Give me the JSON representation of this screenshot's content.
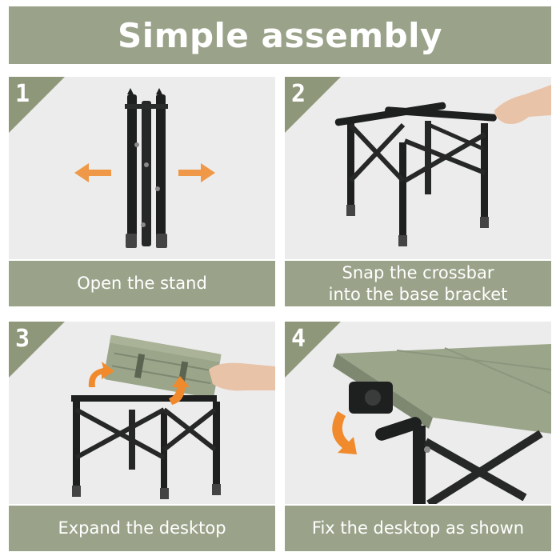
{
  "header": {
    "title": "Simple assembly"
  },
  "steps": [
    {
      "number": "1",
      "caption_lines": [
        "Open the stand"
      ]
    },
    {
      "number": "2",
      "caption_lines": [
        "Snap the crossbar",
        "into the base bracket"
      ]
    },
    {
      "number": "3",
      "caption_lines": [
        "Expand the desktop"
      ]
    },
    {
      "number": "4",
      "caption_lines": [
        "Fix the desktop as shown"
      ]
    }
  ],
  "colors": {
    "banner": "#9aa38a",
    "step_badge": "#8e9779",
    "photo_bg": "#ececec",
    "arrow": "#f08a2c",
    "frame": "#1e1f1f",
    "tabletop": "#9aa58a"
  }
}
